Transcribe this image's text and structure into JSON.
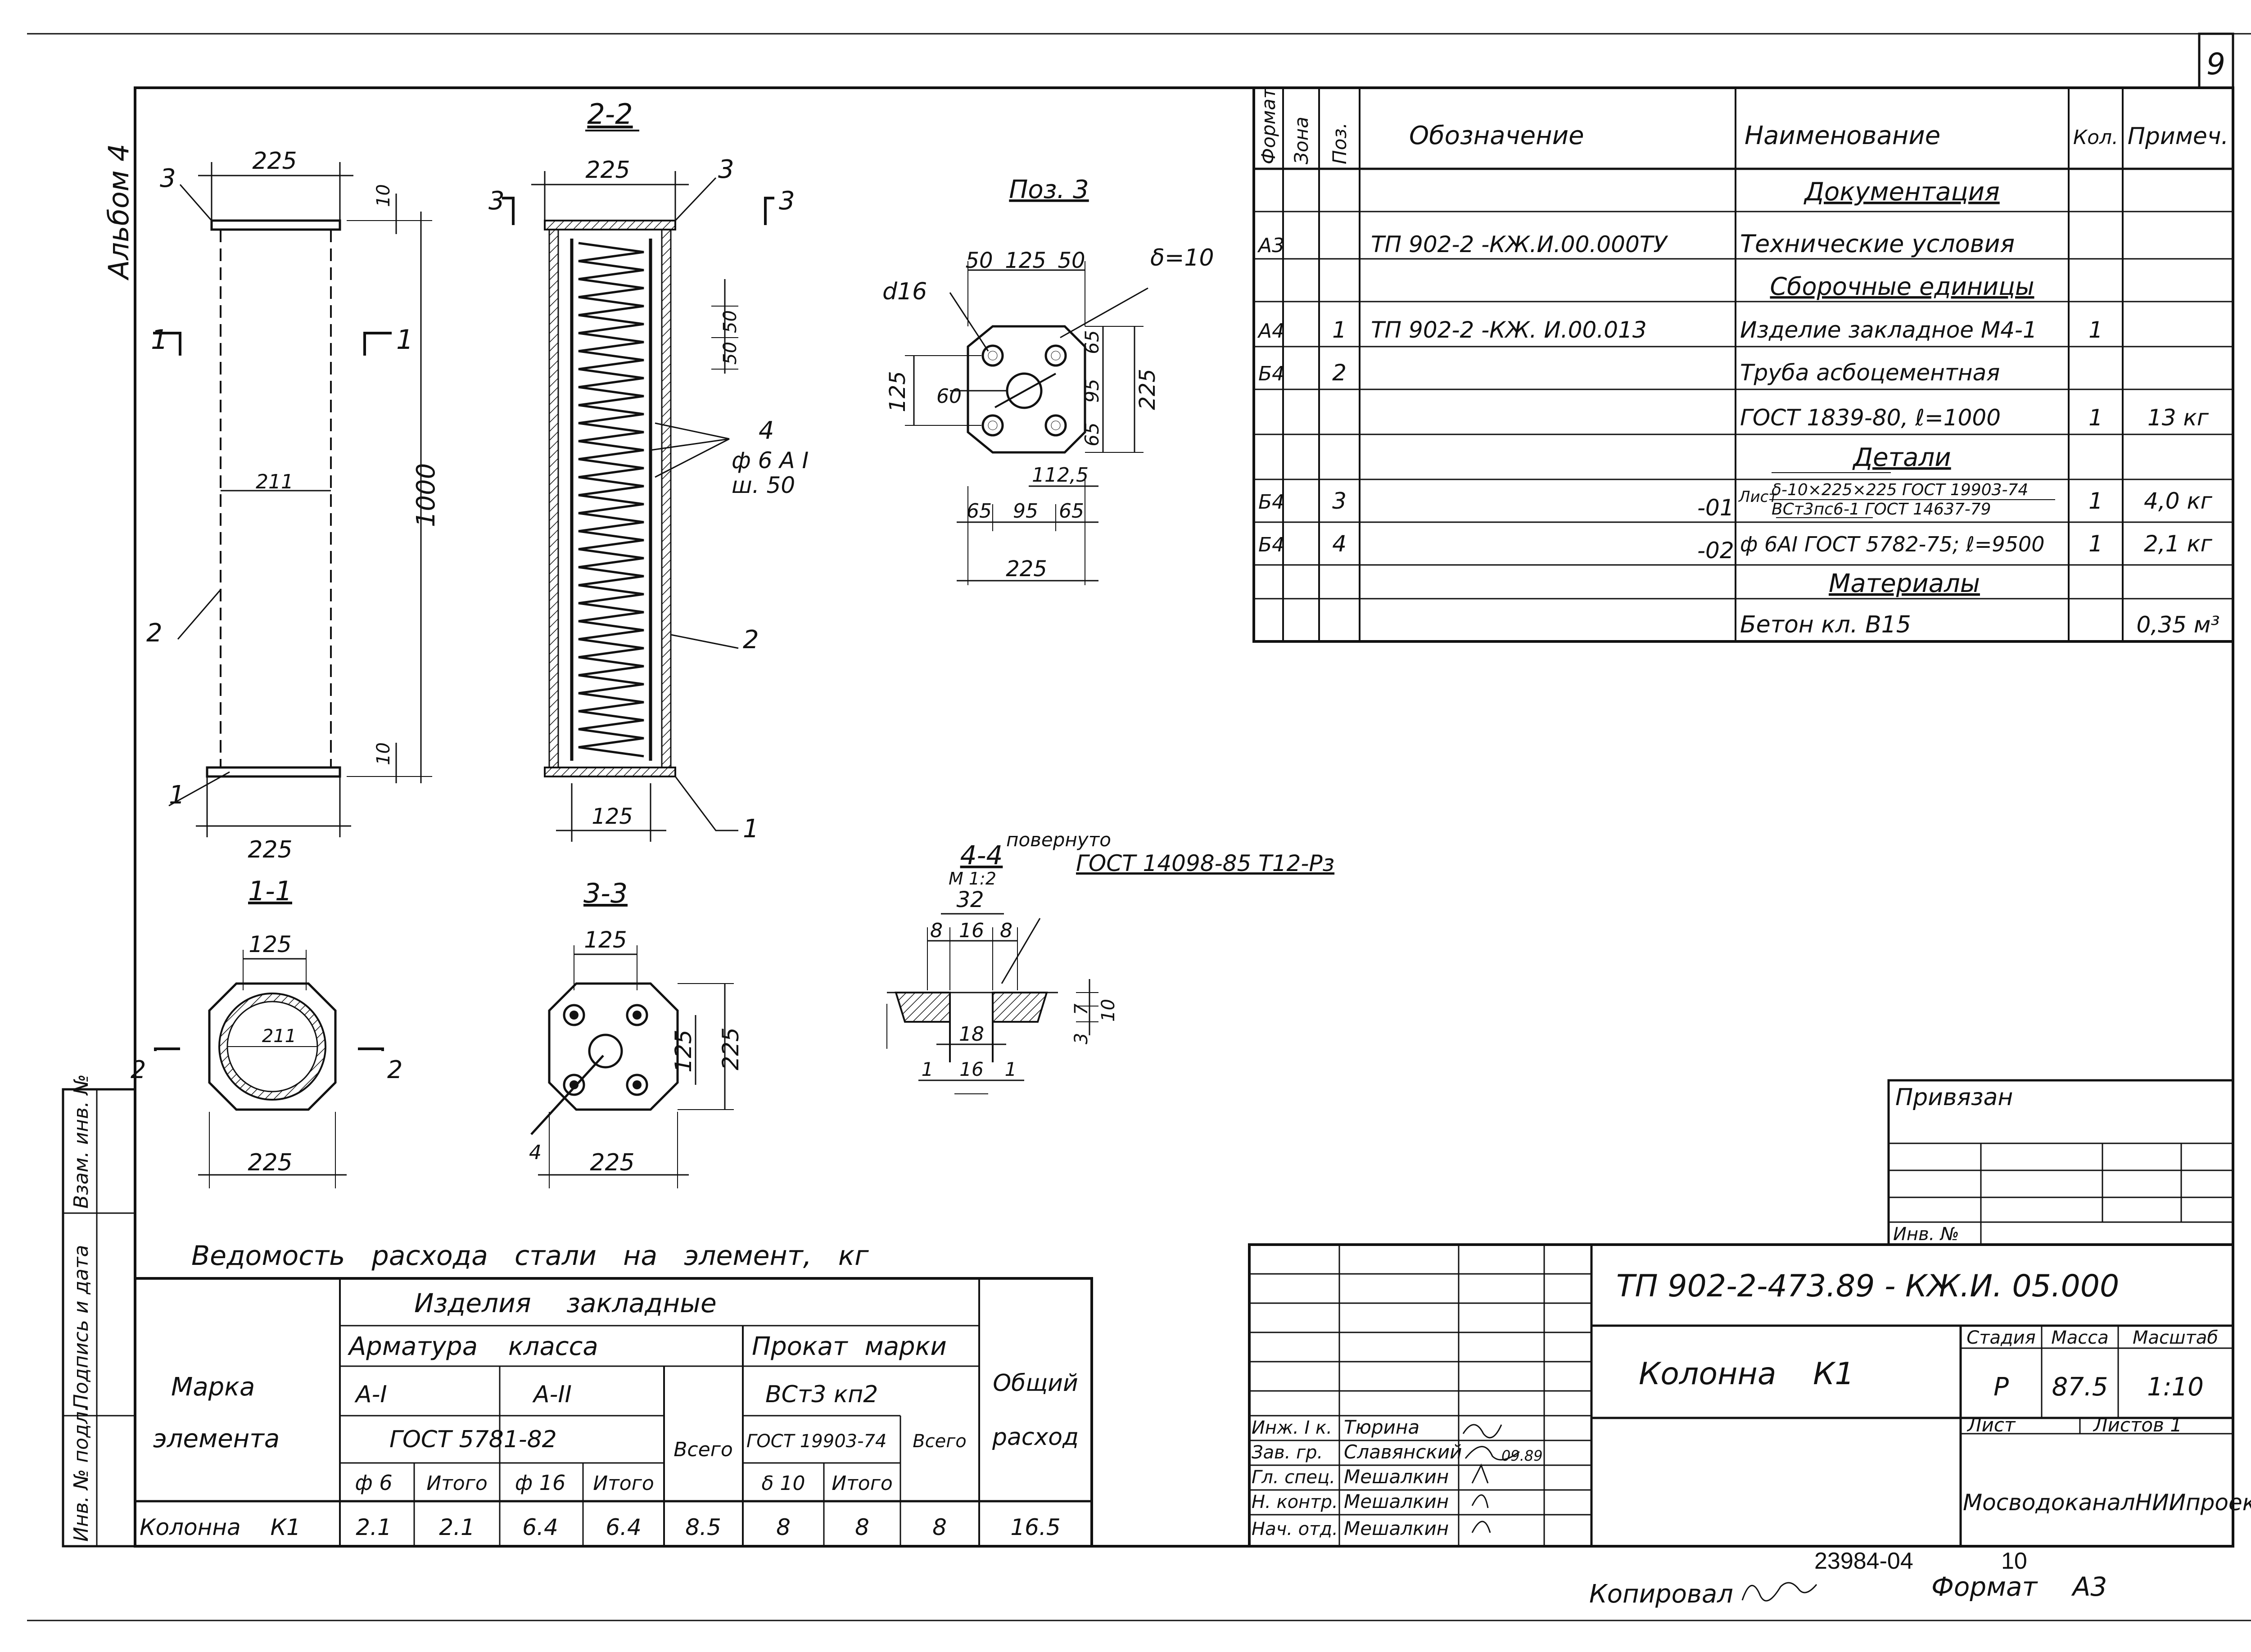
{
  "sheet_number": "9",
  "album_label": "Альбом 4",
  "views": {
    "elevation": {
      "width_top": "225",
      "width_bottom": "225",
      "height": "1000",
      "inner": "211",
      "end_top": "10",
      "end_bottom": "10",
      "callout_top": "3",
      "callout_pipe": "2",
      "callout_plate": "1",
      "cut_left": "1",
      "cut_right": "1"
    },
    "section_2_2": {
      "title": "2-2",
      "width": "225",
      "bottom": "125",
      "dim_50a": "50",
      "dim_50b": "50",
      "callout_3": "3",
      "callout_2": "2",
      "callout_1": "1",
      "cut_l": "3",
      "cut_r": "3",
      "rebar_pos": "4",
      "rebar_label": "ф 6 A I",
      "rebar_step": "ш. 50"
    },
    "poz3": {
      "title": "Поз. 3",
      "thickness": "δ=10",
      "hole": "d16",
      "top_dims": [
        "50",
        "125",
        "50"
      ],
      "left_dim": "125",
      "hole_dim": "60",
      "right_dims": [
        "65",
        "95",
        "65"
      ],
      "right_total": "225",
      "dim_1125": "112,5",
      "bottom_dims": [
        "65",
        "95",
        "65"
      ],
      "bottom_total": "225"
    },
    "section_1_1": {
      "title": "1-1",
      "top": "125",
      "inner": "211",
      "bottom": "225",
      "cut_l": "2",
      "cut_r": "2"
    },
    "section_3_3": {
      "title": "3-3",
      "top": "125",
      "right_inner": "125",
      "right_outer": "225",
      "bottom": "225",
      "callout": "4"
    },
    "section_4_4": {
      "title": "4-4",
      "rotated": "повернуто",
      "scale": "М 1:2",
      "weld": "ГОСТ 14098-85 Т12-Рз",
      "top_total": "32",
      "top_dims": [
        "8",
        "16",
        "8"
      ],
      "dim_18": "18",
      "bottom_dims": [
        "1",
        "16",
        "1"
      ],
      "right_dims": [
        "3",
        "7",
        "10"
      ]
    }
  },
  "spec_table": {
    "headers": [
      "Формат",
      "Зона",
      "Поз.",
      "Обозначение",
      "Наименование",
      "Кол.",
      "Примеч."
    ],
    "rows": [
      {
        "format": "",
        "zone": "",
        "pos": "",
        "designation": "",
        "name": "Документация",
        "qty": "",
        "note": "",
        "heading": true
      },
      {
        "format": "А3",
        "zone": "",
        "pos": "",
        "designation": "ТП 902-2 -КЖ.И.00.000ТУ",
        "name": "Технические условия",
        "qty": "",
        "note": ""
      },
      {
        "format": "",
        "zone": "",
        "pos": "",
        "designation": "",
        "name": "Сборочные единицы",
        "qty": "",
        "note": "",
        "heading": true
      },
      {
        "format": "А4",
        "zone": "",
        "pos": "1",
        "designation": "ТП 902-2 -КЖ. И.00.013",
        "name": "Изделие закладное М4-1",
        "qty": "1",
        "note": ""
      },
      {
        "format": "Б4",
        "zone": "",
        "pos": "2",
        "designation": "",
        "name": "Труба асбоцементная",
        "qty": "",
        "note": ""
      },
      {
        "format": "",
        "zone": "",
        "pos": "",
        "designation": "",
        "name": "ГОСТ 1839-80, ℓ=1000",
        "qty": "1",
        "note": "13 кг"
      },
      {
        "format": "",
        "zone": "",
        "pos": "",
        "designation": "",
        "name": "Детали",
        "qty": "",
        "note": "",
        "heading": true
      },
      {
        "format": "Б4",
        "zone": "",
        "pos": "3",
        "designation": "-01",
        "name_prefix": "Лист",
        "name_line1": "δ-10×225×225 ГОСТ 19903-74",
        "name_line2": "ВСт3пс6-1 ГОСТ 14637-79",
        "qty": "1",
        "note": "4,0 кг"
      },
      {
        "format": "Б4",
        "zone": "",
        "pos": "4",
        "designation": "-02",
        "name": "ф 6AI ГОСТ 5782-75; ℓ=9500",
        "qty": "1",
        "note": "2,1 кг"
      },
      {
        "format": "",
        "zone": "",
        "pos": "",
        "designation": "",
        "name": "Материалы",
        "qty": "",
        "note": "",
        "heading": true
      },
      {
        "format": "",
        "zone": "",
        "pos": "",
        "designation": "",
        "name": "Бетон кл. В15",
        "qty": "",
        "note": "0,35 м³"
      }
    ]
  },
  "steel_table": {
    "title": "Ведомость расхода стали на элемент, кг",
    "col_mark": "Марка элемента",
    "col_mark_1": "Марка",
    "col_mark_2": "элемента",
    "group": "Изделия закладные",
    "sub_armature": "Арматура класса",
    "sub_rolled": "Прокат марки",
    "class_a1": "А-I",
    "class_a2": "А-II",
    "armature_gost": "ГОСТ 5781-82",
    "rolled_grade": "ВСт3 кп2",
    "rolled_gost": "ГОСТ 19903-74",
    "total_label": "Всего",
    "col_total_1": "Общий",
    "col_total_2": "расход",
    "sub_cols": [
      "ф 6",
      "Итого",
      "ф 16",
      "Итого",
      "δ 10",
      "Итого"
    ],
    "row": {
      "mark": "Колонна К1",
      "values": [
        "2.1",
        "2.1",
        "6.4",
        "6.4",
        "8.5",
        "8",
        "8",
        "8",
        "16.5"
      ]
    }
  },
  "binding": {
    "label": "Привязан",
    "inv": "Инв. №"
  },
  "left_strip": [
    "Инв. № подл.",
    "Подпись и дата",
    "Взам. инв. №"
  ],
  "title_block": {
    "code": "ТП 902-2-473.89 - КЖ.И. 05.000",
    "name": "Колонна К1",
    "stage_label": "Стадия",
    "mass_label": "Масса",
    "scale_label": "Масштаб",
    "stage": "Р",
    "mass": "87.5",
    "scale": "1:10",
    "sheet_label": "Лист",
    "sheets_label": "Листов 1",
    "organization": "МосводоканалНИИпроект",
    "date": "09.89",
    "people": [
      {
        "role": "Инж. I к.",
        "name": "Тюрина"
      },
      {
        "role": "Зав. гр.",
        "name": "Славянский"
      },
      {
        "role": "Гл. спец.",
        "name": "Мешалкин"
      },
      {
        "role": "Н. контр.",
        "name": "Мешалкин"
      },
      {
        "role": "Нач. отд.",
        "name": "Мешалкин"
      }
    ]
  },
  "footer": {
    "archive_number": "23984-04",
    "page": "10",
    "copied": "Копировал",
    "format": "Формат А3"
  }
}
